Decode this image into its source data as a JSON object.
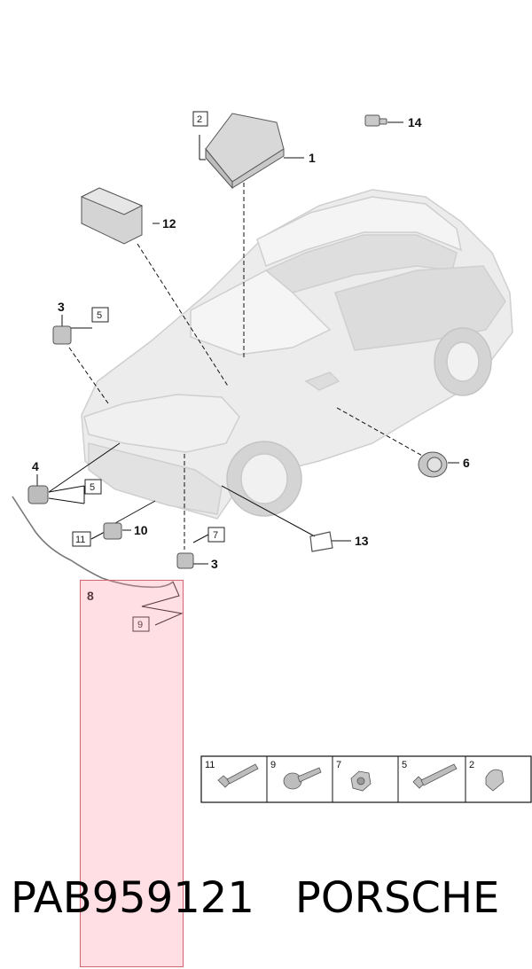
{
  "callouts": {
    "c1": "1",
    "c2": "2",
    "c3a": "3",
    "c3b": "3",
    "c4": "4",
    "c5a": "5",
    "c5b": "5",
    "c6": "6",
    "c7": "7",
    "c8": "8",
    "c9": "9",
    "c10": "10",
    "c11": "11",
    "c12": "12",
    "c13": "13",
    "c14": "14"
  },
  "legend": [
    "11",
    "9",
    "7",
    "5",
    "2"
  ],
  "caption": {
    "part_number": "PAB959121",
    "brand": "PORSCHE"
  },
  "colors": {
    "highlight_fill": "#ff96a5",
    "highlight_border": "#d9626f",
    "car_body": "#e9e9e9",
    "line": "#111111"
  }
}
